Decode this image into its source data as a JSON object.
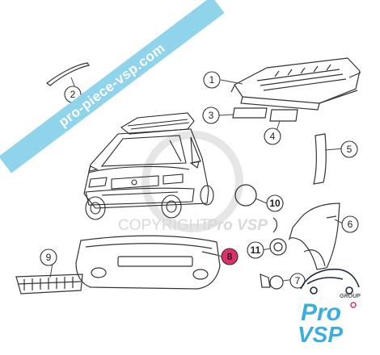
{
  "banner": {
    "ribbon_text": "pro-piece-vsp.com",
    "ribbon_color": "#8fd4ea"
  },
  "watermark": {
    "copyright_text": "COPYRIGHT",
    "brand_text": "Pro VSP"
  },
  "callouts": [
    {
      "label": "1"
    },
    {
      "label": "2"
    },
    {
      "label": "3"
    },
    {
      "label": "4"
    },
    {
      "label": "5"
    },
    {
      "label": "6"
    },
    {
      "label": "7"
    },
    {
      "label": "8",
      "highlighted": true,
      "color": "#e0306a"
    },
    {
      "label": "9"
    },
    {
      "label": "10"
    },
    {
      "label": "11"
    }
  ],
  "logo": {
    "group_text": "GROUP",
    "line1": "Pro",
    "line2": "VSP",
    "text_color": "#3aaee0",
    "accent_color": "#e0306a"
  },
  "icons": [
    "car-drawing-icon",
    "roof-rack-icon",
    "bumper-icon",
    "grille-icon",
    "fender-icon",
    "fog-lamp-icon"
  ]
}
